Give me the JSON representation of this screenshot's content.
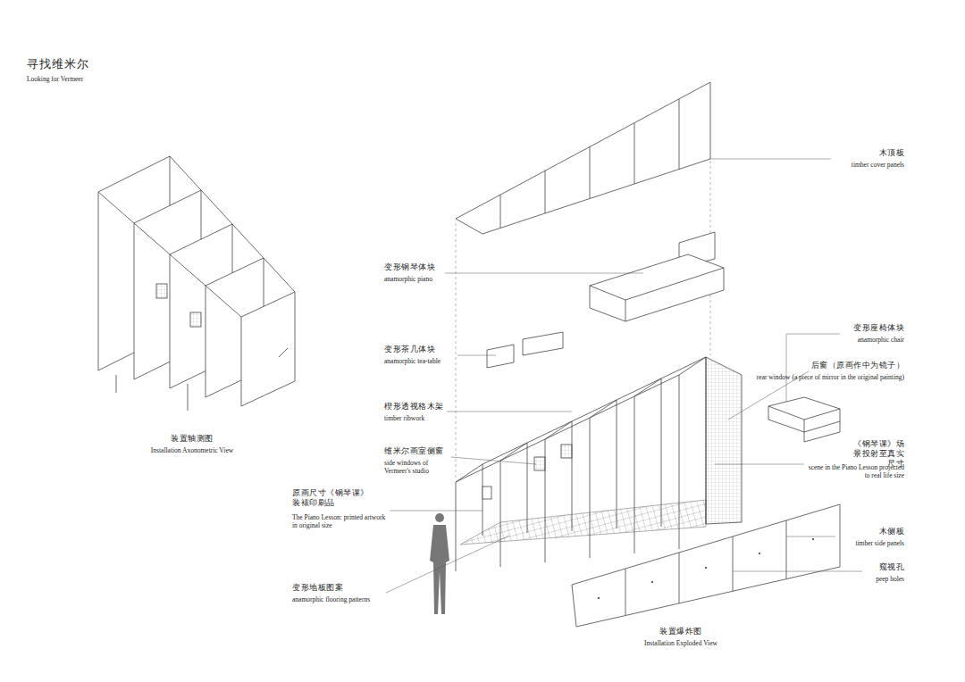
{
  "diagram": {
    "title": "寻找维米尔",
    "labels": [
      "Looking for Vermeer",
      "木顶板",
      "timber cover panels",
      "变形钢琴体块",
      "anamorphic piano",
      "变形座椅体块",
      "anamorphic chair",
      "后窗（原画作中为镜子）",
      "rear window (a piece of mirror in the original painting)",
      "变形茶几体块",
      "anamorphic tea-table",
      "楔形透视格木架",
      "timber ribwork",
      "《钢琴课》场景投射至真实尺寸",
      "scene in the Piano Lesson projected to real life size",
      "维米尔画室侧窗",
      "side windows of Vermeer's studio",
      "原画尺寸《钢琴课》装裱印刷品",
      "The Piano Lesson: printed artwork in original size",
      "木侧板",
      "timber side panels",
      "窥视孔",
      "peep holes",
      "变形地板图案",
      "anamorphic flooring patterns",
      "装置轴测图",
      "Installation Axonometric View",
      "装置爆炸图",
      "Installation Exploded View"
    ]
  }
}
